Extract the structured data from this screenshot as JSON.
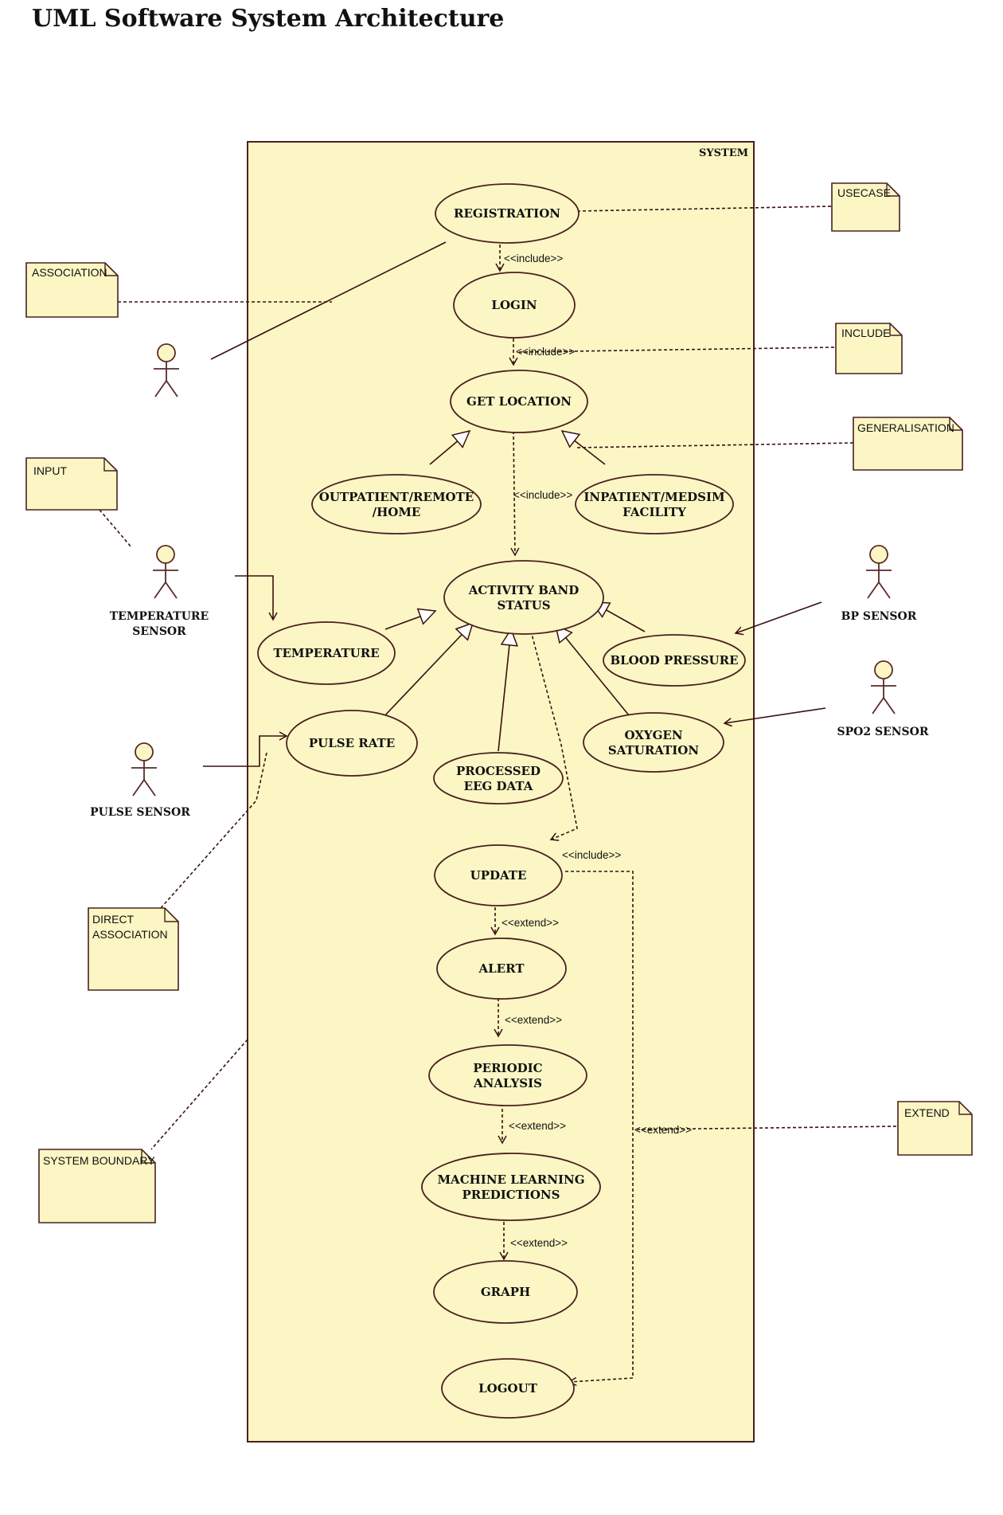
{
  "title": "UML Software System Architecture",
  "colors": {
    "fill": "#fbf6c4",
    "stroke": "#4a2020",
    "line": "#3a1010"
  },
  "system": {
    "label": "SYSTEM"
  },
  "use_cases": {
    "registration": "REGISTRATION",
    "login": "LOGIN",
    "get_location": "GET LOCATION",
    "outpatient": [
      "OUTPATIENT/REMOTE",
      "/HOME"
    ],
    "inpatient": [
      "INPATIENT/MEDSIM",
      "FACILITY"
    ],
    "activity_band": [
      "ACTIVITY BAND",
      "STATUS"
    ],
    "temperature": "TEMPERATURE",
    "blood_pressure": "BLOOD PRESSURE",
    "pulse_rate": "PULSE RATE",
    "processed_eeg": [
      "PROCESSED",
      "EEG DATA"
    ],
    "oxygen": [
      "OXYGEN",
      "SATURATION"
    ],
    "update": "UPDATE",
    "alert": "ALERT",
    "periodic": [
      "PERIODIC",
      "ANALYSIS"
    ],
    "ml": [
      "MACHINE LEARNING",
      "PREDICTIONS"
    ],
    "graph": "GRAPH",
    "logout": "LOGOUT"
  },
  "actors": {
    "temperature_sensor": [
      "TEMPERATURE",
      "SENSOR"
    ],
    "bp_sensor": "BP SENSOR",
    "spo2_sensor": "SPO2 SENSOR",
    "pulse_sensor": "PULSE SENSOR"
  },
  "notes": {
    "association": "ASSOCIATION",
    "input": "INPUT",
    "usecase": "USECASE",
    "include": "INCLUDE",
    "generalisation": "GENERALISATION",
    "direct_association": [
      "DIRECT",
      "ASSOCIATION"
    ],
    "system_boundary": "SYSTEM BOUNDARY",
    "extend": "EXTEND"
  },
  "stereotypes": {
    "include": "<<include>>",
    "extend": "<<extend>>"
  }
}
